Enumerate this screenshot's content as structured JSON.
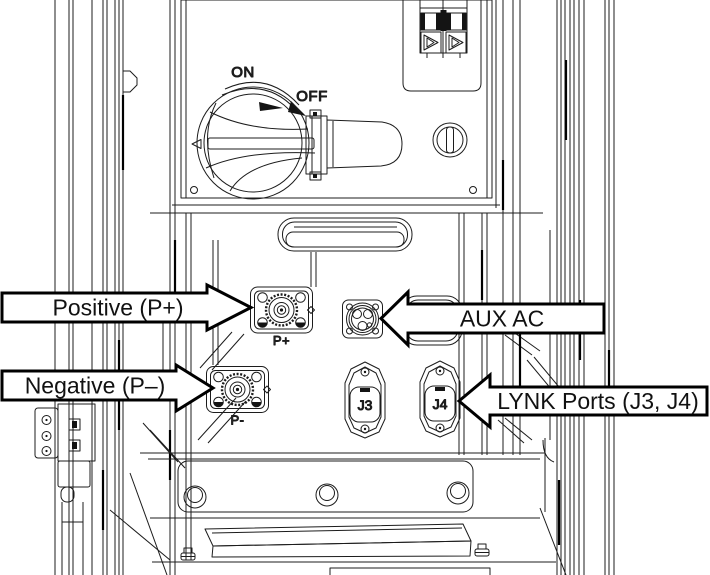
{
  "labels": {
    "on": "ON",
    "off": "OFF",
    "p_plus": "P+",
    "p_minus": "P-",
    "j3": "J3",
    "j4": "J4"
  },
  "callouts": {
    "positive": "Positive (P+)",
    "negative": "Negative (P–)",
    "aux_ac": "AUX AC",
    "lynk_ports": "LYNK Ports (J3, J4)"
  },
  "icons": {
    "positive_callout_arrow": "right-arrow",
    "negative_callout_arrow": "right-arrow",
    "aux_callout_arrow": "left-arrow",
    "lynk_callout_arrow": "left-arrow",
    "rotation_arrow": "clockwise-arc-arrow",
    "breaker_markers": "right-triangle"
  },
  "colors": {
    "background": "#ffffff",
    "line": "#1c1c1c",
    "callout_border": "#000000",
    "callout_fill": "#ffffff",
    "text": "#111111",
    "secondary_text": "#3d3d3d"
  }
}
